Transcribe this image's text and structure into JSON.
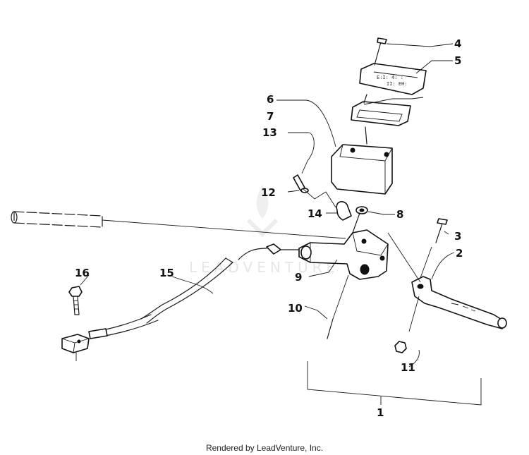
{
  "diagram": {
    "watermark": "LEADVENTURE",
    "footer": "Rendered by LeadVenture, Inc.",
    "callouts": [
      {
        "id": "1",
        "text": "1"
      },
      {
        "id": "2",
        "text": "2"
      },
      {
        "id": "3",
        "text": "3"
      },
      {
        "id": "4",
        "text": "4"
      },
      {
        "id": "5",
        "text": "5"
      },
      {
        "id": "6",
        "text": "6"
      },
      {
        "id": "7",
        "text": "7"
      },
      {
        "id": "8",
        "text": "8"
      },
      {
        "id": "9",
        "text": "9"
      },
      {
        "id": "10",
        "text": "10"
      },
      {
        "id": "11",
        "text": "11"
      },
      {
        "id": "12",
        "text": "12"
      },
      {
        "id": "13",
        "text": "13"
      },
      {
        "id": "14",
        "text": "14"
      },
      {
        "id": "15",
        "text": "15"
      },
      {
        "id": "16",
        "text": "16"
      }
    ]
  }
}
